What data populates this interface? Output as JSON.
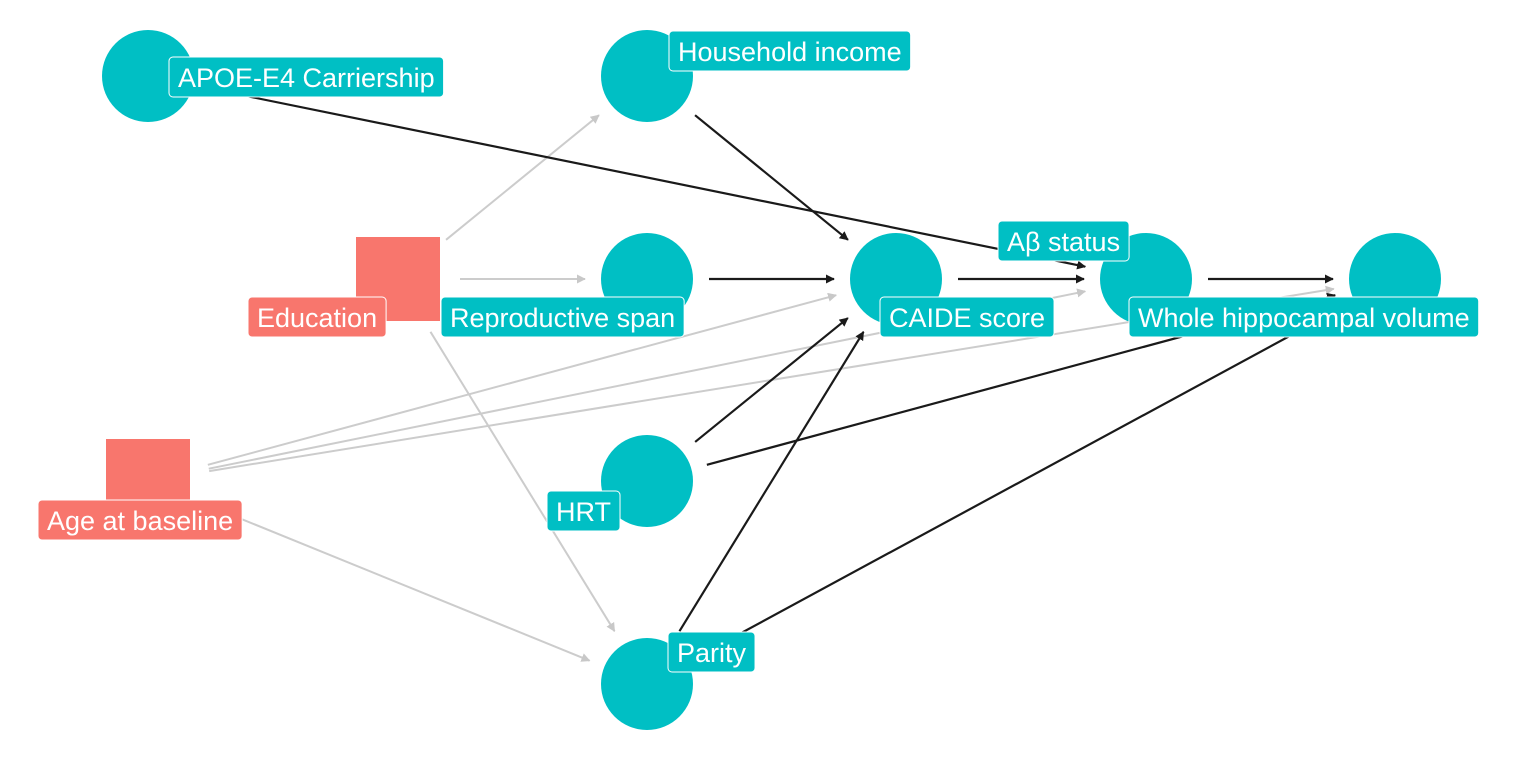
{
  "colors": {
    "adjusted": "#F8766D",
    "unadjusted": "#00BFC4",
    "path_open": "#1a1a1a",
    "path_grey": "#cccccc",
    "background": "#ffffff"
  },
  "nodes": [
    {
      "id": "apoe",
      "label": "APOE-E4 Carriership",
      "shape": "circle",
      "group": "unadjusted"
    },
    {
      "id": "income",
      "label": "Household income",
      "shape": "circle",
      "group": "unadjusted"
    },
    {
      "id": "educ",
      "label": "Education",
      "shape": "square",
      "group": "adjusted"
    },
    {
      "id": "repro",
      "label": "Reproductive span",
      "shape": "circle",
      "group": "unadjusted"
    },
    {
      "id": "caide",
      "label": "CAIDE score",
      "shape": "circle",
      "group": "unadjusted"
    },
    {
      "id": "abeta",
      "label": "Aβ status",
      "shape": "circle",
      "group": "unadjusted"
    },
    {
      "id": "hippo",
      "label": "Whole hippocampal volume",
      "shape": "circle",
      "group": "unadjusted"
    },
    {
      "id": "age",
      "label": "Age at baseline",
      "shape": "square",
      "group": "adjusted"
    },
    {
      "id": "hrt",
      "label": "HRT",
      "shape": "circle",
      "group": "unadjusted"
    },
    {
      "id": "parity",
      "label": "Parity",
      "shape": "circle",
      "group": "unadjusted"
    }
  ],
  "edges": [
    {
      "from": "educ",
      "to": "income",
      "style": "grey"
    },
    {
      "from": "educ",
      "to": "repro",
      "style": "grey"
    },
    {
      "from": "educ",
      "to": "parity",
      "style": "grey"
    },
    {
      "from": "age",
      "to": "caide",
      "style": "grey"
    },
    {
      "from": "age",
      "to": "abeta",
      "style": "grey"
    },
    {
      "from": "age",
      "to": "hippo",
      "style": "grey"
    },
    {
      "from": "age",
      "to": "parity",
      "style": "grey"
    },
    {
      "from": "apoe",
      "to": "abeta",
      "style": "dark"
    },
    {
      "from": "income",
      "to": "caide",
      "style": "dark"
    },
    {
      "from": "repro",
      "to": "caide",
      "style": "dark"
    },
    {
      "from": "caide",
      "to": "abeta",
      "style": "dark"
    },
    {
      "from": "abeta",
      "to": "hippo",
      "style": "dark"
    },
    {
      "from": "hrt",
      "to": "caide",
      "style": "dark"
    },
    {
      "from": "hrt",
      "to": "hippo",
      "style": "dark"
    },
    {
      "from": "parity",
      "to": "caide",
      "style": "dark"
    },
    {
      "from": "parity",
      "to": "hippo",
      "style": "dark"
    }
  ]
}
